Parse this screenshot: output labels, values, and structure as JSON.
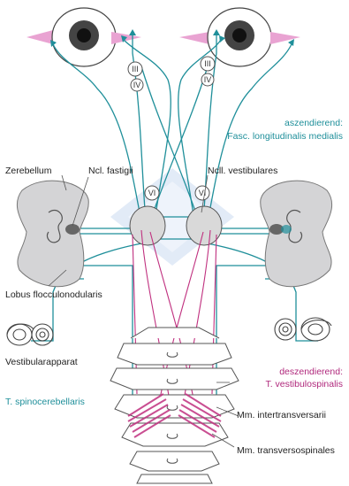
{
  "labels": {
    "zerebellum": "Zerebellum",
    "ncl_fastigii": "Ncl. fastigii",
    "ncll_vestibulares": "Ncll. vestibulares",
    "lobus": "Lobus flocculonodularis",
    "vestibularapparat": "Vestibularapparat",
    "spinocerebellaris": "T. spinocerebellaris",
    "mm_intertransversarii": "Mm. intertransversarii",
    "mm_transversospinales": "Mm. transversospinales"
  },
  "ascending": {
    "line1": "aszendierend:",
    "line2": "Fasc. longitudinalis medialis"
  },
  "descending": {
    "line1": "deszendierend:",
    "line2": "T. vestibulospinalis"
  },
  "nerves": {
    "III": "III",
    "IV": "IV",
    "VI": "VI"
  },
  "colors": {
    "teal": "#1f8f9a",
    "magenta": "#c0307f",
    "pink": "#e9a3d2",
    "nucleus": "#d9d9d9",
    "blue_glow": "#dbe6f5"
  }
}
